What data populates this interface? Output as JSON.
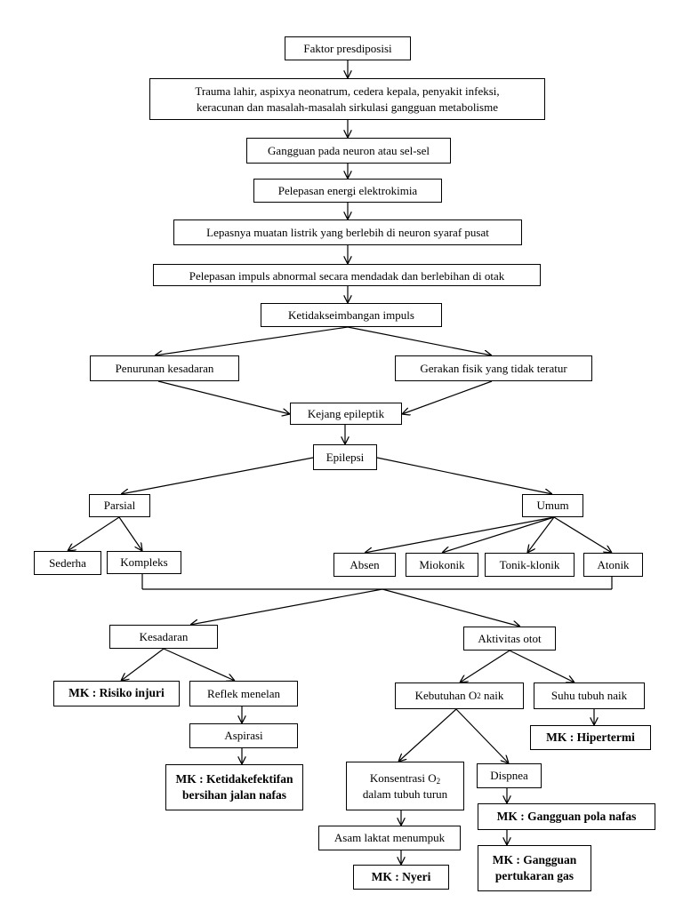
{
  "nodes": {
    "faktor": "Faktor presdiposisi",
    "trauma": [
      "Trauma lahir, aspixya neonatrum, cedera kepala, penyakit infeksi,",
      "keracunan dan masalah-masalah sirkulasi gangguan metabolisme"
    ],
    "gangguan_neuron": "Gangguan pada neuron atau sel-sel",
    "pelepasan_energi": "Pelepasan energi elektrokimia",
    "lepasnya_muatan": "Lepasnya muatan listrik yang berlebih di neuron syaraf pusat",
    "pelepasan_impuls": "Pelepasan impuls abnormal secara mendadak dan berlebihan di otak",
    "ketidakseimbangan": "Ketidakseimbangan impuls",
    "penurunan": "Penurunan kesadaran",
    "gerakan": "Gerakan fisik yang tidak teratur",
    "kejang": "Kejang epileptik",
    "epilepsi": "Epilepsi",
    "parsial": "Parsial",
    "umum": "Umum",
    "sederha": "Sederha",
    "kompleks": "Kompleks",
    "absen": "Absen",
    "miokonik": "Miokonik",
    "tonik": "Tonik-klonik",
    "atonik": "Atonik",
    "kesadaran": "Kesadaran",
    "aktivitas": "Aktivitas otot",
    "mk_injuri": "MK : Risiko injuri",
    "reflek": "Reflek menelan",
    "aspirasi": "Aspirasi",
    "mk_jalan_nafas": [
      "MK : Ketidakefektifan",
      "bersihan jalan nafas"
    ],
    "kebutuhan": {
      "pre": "Kebutuhan O",
      "sub": "2",
      "post": " naik"
    },
    "suhu": "Suhu tubuh naik",
    "mk_hipertermi": "MK : Hipertermi",
    "konsentrasi": {
      "pre": "Konsentrasi O",
      "sub": "2",
      "line2": "dalam tubuh turun"
    },
    "dispnea": "Dispnea",
    "asam": "Asam laktat menumpuk",
    "mk_pola": "MK : Gangguan pola nafas",
    "mk_nyeri": "MK : Nyeri",
    "mk_gas": [
      "MK : Gangguan",
      "pertukaran gas"
    ]
  }
}
